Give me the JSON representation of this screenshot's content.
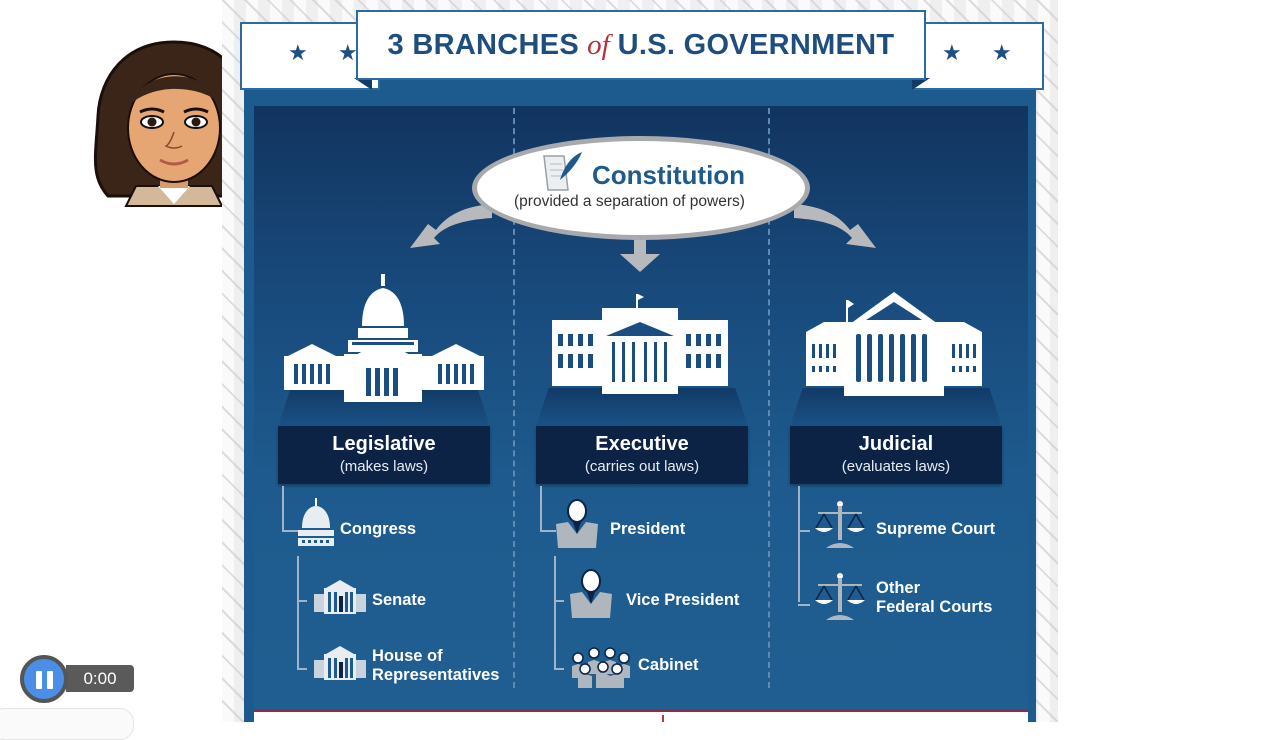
{
  "slide": {
    "title": {
      "part1": "3 BRANCHES",
      "part2": "of",
      "part3": "U.S. GOVERNMENT",
      "stars_left": "★ ★",
      "stars_right": "★ ★"
    },
    "constitution": {
      "title": "Constitution",
      "subtitle": "(provided a separation of powers)"
    },
    "branches": [
      {
        "name": "Legislative",
        "description": "(makes laws)",
        "items": [
          {
            "label": "Congress",
            "icon": "capitol-dome-icon"
          },
          {
            "label": "Senate",
            "icon": "building-columns-icon"
          },
          {
            "label": "House of",
            "label2": "Representatives",
            "icon": "building-columns-icon"
          }
        ]
      },
      {
        "name": "Executive",
        "description": "(carries out laws)",
        "items": [
          {
            "label": "President",
            "icon": "person-icon"
          },
          {
            "label": "Vice President",
            "icon": "person-icon"
          },
          {
            "label": "Cabinet",
            "icon": "group-icon"
          }
        ]
      },
      {
        "name": "Judicial",
        "description": "(evaluates laws)",
        "items": [
          {
            "label": "Supreme Court",
            "icon": "scales-icon"
          },
          {
            "label": "Other",
            "label2": "Federal Courts",
            "icon": "scales-icon"
          }
        ]
      }
    ]
  },
  "media": {
    "state": "playing",
    "time": "0:00"
  },
  "colors": {
    "panel": "#1e5a8d",
    "branch_box": "#0c2345",
    "title_blue": "#1f4e7e",
    "title_accent": "#b5303a",
    "play_button": "#4a8ee8"
  }
}
